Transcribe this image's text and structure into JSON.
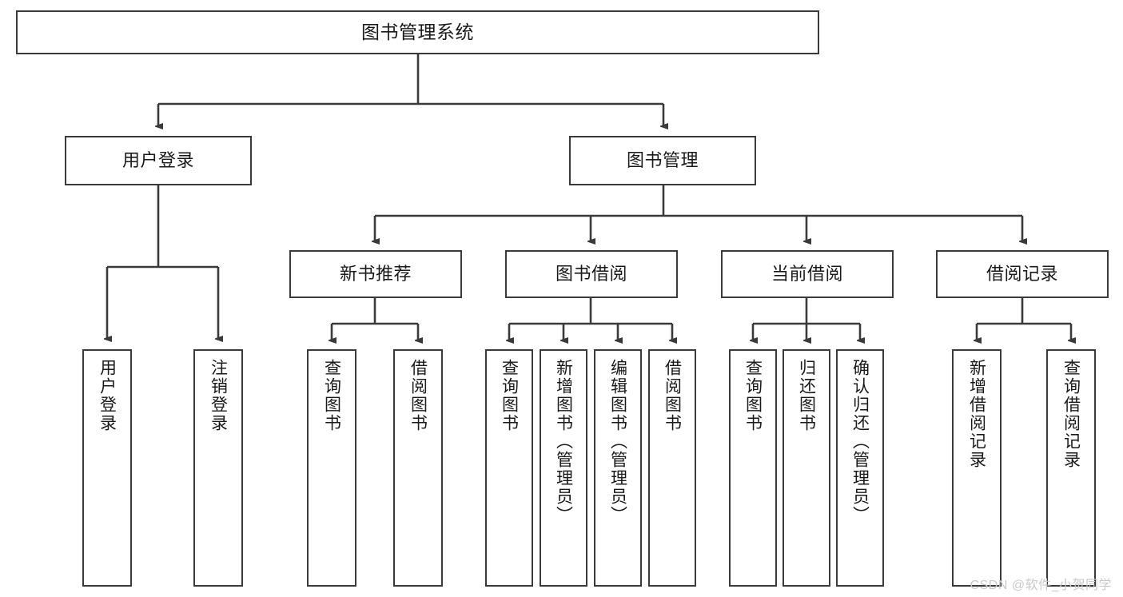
{
  "diagram": {
    "title": "图书管理系统",
    "type": "hierarchy-tree",
    "watermark": "CSDN @软件_小贺同学",
    "colors": {
      "box_border": "#3a3a3a",
      "box_fill": "#ffffff",
      "connector": "#3a3a3a",
      "text": "#1a1a1a",
      "watermark": "#c9c9c9"
    },
    "nodes": {
      "root": {
        "label": "图书管理系统"
      },
      "level1": [
        {
          "label": "用户登录"
        },
        {
          "label": "图书管理"
        }
      ],
      "level2": [
        {
          "label": "新书推荐"
        },
        {
          "label": "图书借阅"
        },
        {
          "label": "当前借阅"
        },
        {
          "label": "借阅记录"
        }
      ],
      "leaves": {
        "user_login": [
          {
            "label": "用户登录"
          },
          {
            "label": "注销登录"
          }
        ],
        "new_book_recommend": [
          {
            "label": "查询图书"
          },
          {
            "label": "借阅图书"
          }
        ],
        "book_borrow": [
          {
            "label": "查询图书"
          },
          {
            "label": "新增图书（管理员）"
          },
          {
            "label": "编辑图书（管理员）"
          },
          {
            "label": "借阅图书"
          }
        ],
        "current_borrow": [
          {
            "label": "查询图书"
          },
          {
            "label": "归还图书"
          },
          {
            "label": "确认归还（管理员）"
          }
        ],
        "borrow_record": [
          {
            "label": "新增借阅记录"
          },
          {
            "label": "查询借阅记录"
          }
        ]
      }
    }
  }
}
